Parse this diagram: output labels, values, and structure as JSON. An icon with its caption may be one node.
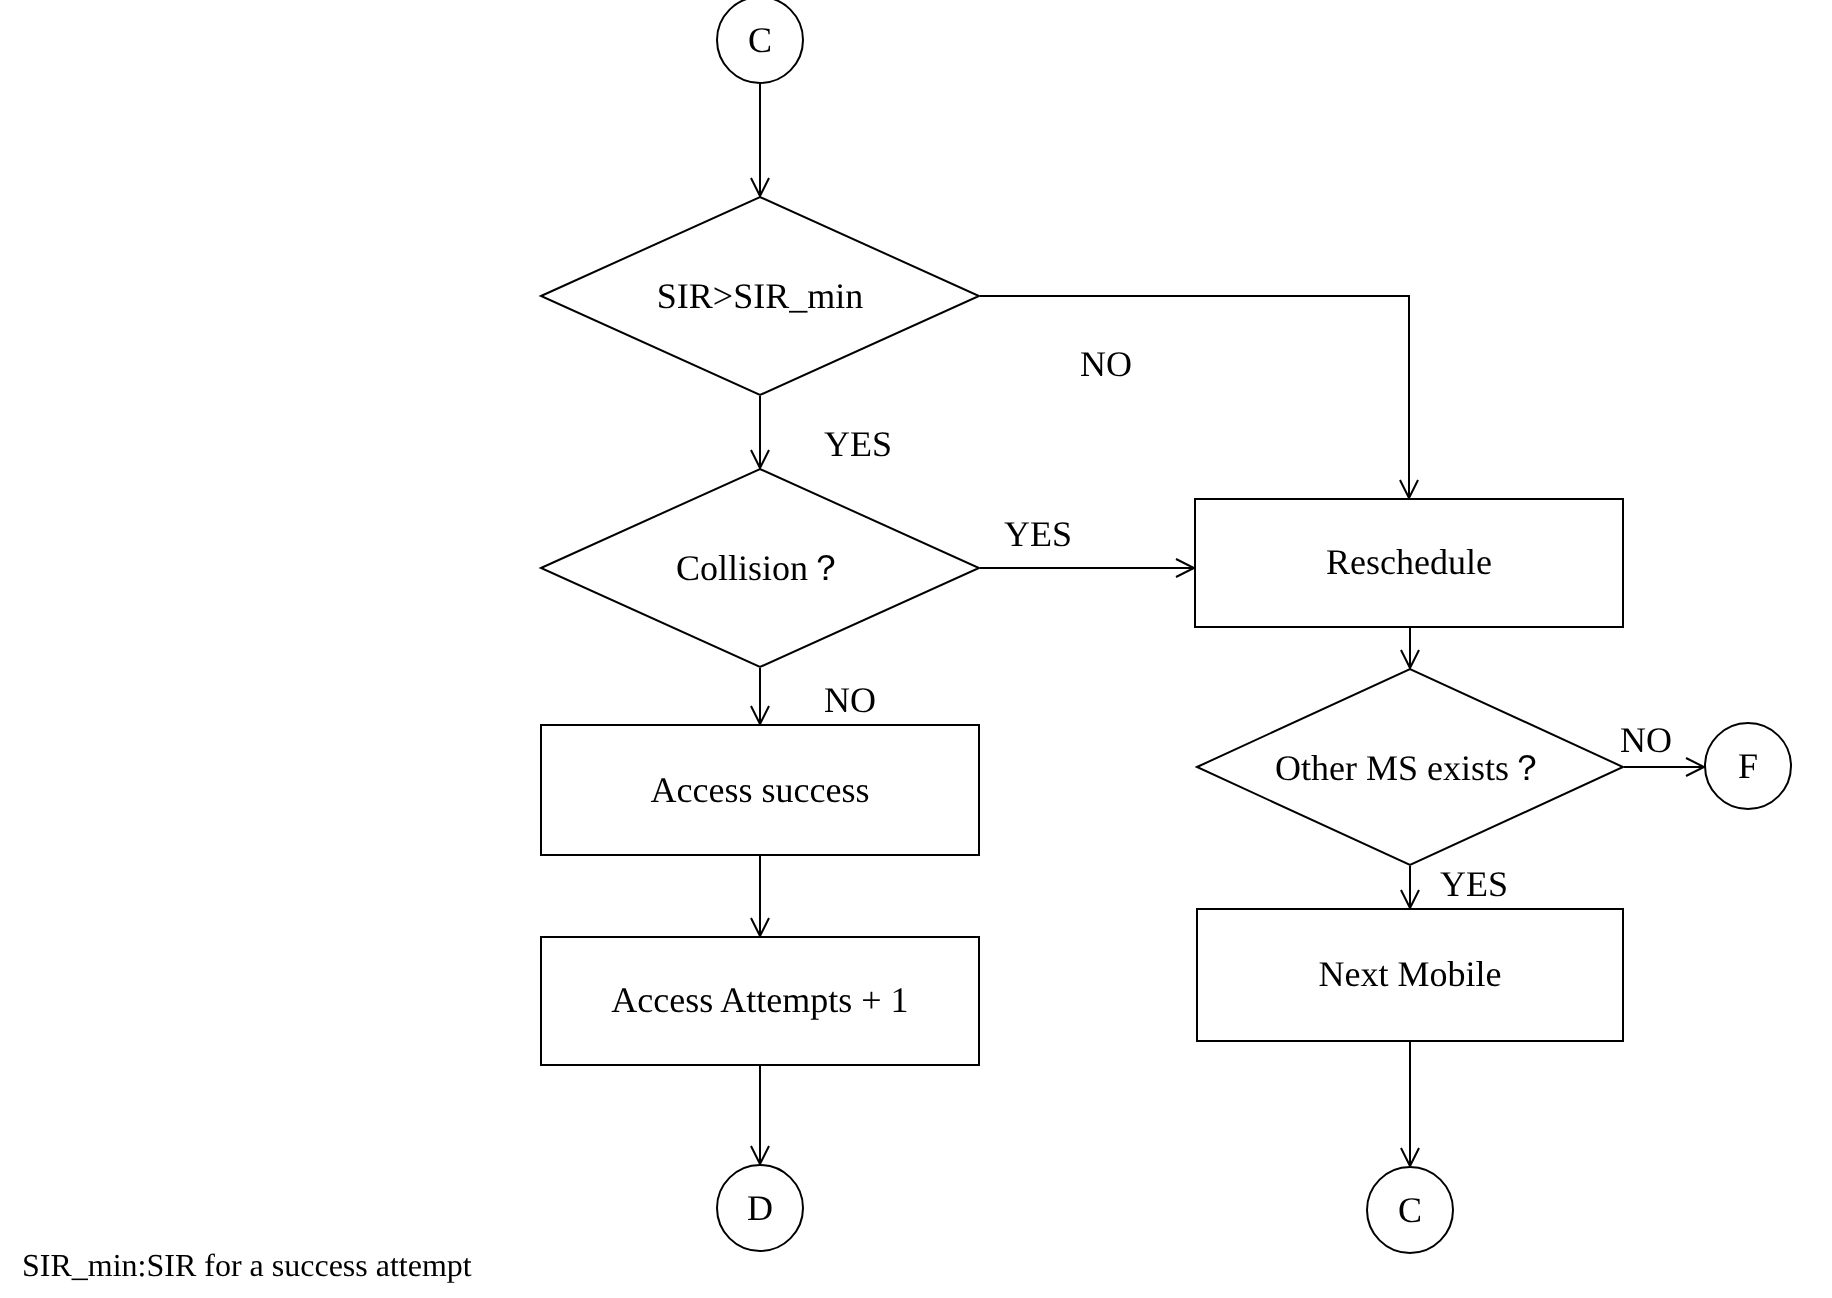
{
  "diagram": {
    "nodes": [
      {
        "text": [
          "C"
        ]
      },
      {
        "text": [
          "SIR>SIR_min"
        ]
      },
      {
        "text": [
          "Collision？"
        ]
      },
      {
        "text": [
          "Reschedule"
        ]
      },
      {
        "text": [
          "Access success"
        ]
      },
      {
        "text": [
          "Other MS exists？"
        ]
      },
      {
        "text": [
          "F"
        ]
      },
      {
        "text": [
          "Access Attempts + 1"
        ]
      },
      {
        "text": [
          "Next Mobile"
        ]
      },
      {
        "text": [
          "D"
        ]
      },
      {
        "text": [
          "C"
        ]
      }
    ],
    "edges": [
      {
        "from": 0,
        "to": 1,
        "arrow": "to"
      },
      {
        "from": 1,
        "to": 2,
        "arrow": "to",
        "label": "YES"
      },
      {
        "from": 1,
        "to": 3,
        "arrow": "to",
        "label": "NO"
      },
      {
        "from": 2,
        "to": 3,
        "arrow": "to",
        "label": "YES"
      },
      {
        "from": 2,
        "to": 4,
        "arrow": "to",
        "label": "NO"
      },
      {
        "from": 3,
        "to": 5,
        "arrow": "to"
      },
      {
        "from": 5,
        "to": 6,
        "arrow": "to",
        "label": "NO"
      },
      {
        "from": 5,
        "to": 8,
        "arrow": "to",
        "label": "YES"
      },
      {
        "from": 4,
        "to": 7,
        "arrow": "to"
      },
      {
        "from": 7,
        "to": 9,
        "arrow": "to"
      },
      {
        "from": 8,
        "to": 10,
        "arrow": "to"
      }
    ],
    "labels": [
      "SIR_min:SIR for a success attempt"
    ]
  }
}
